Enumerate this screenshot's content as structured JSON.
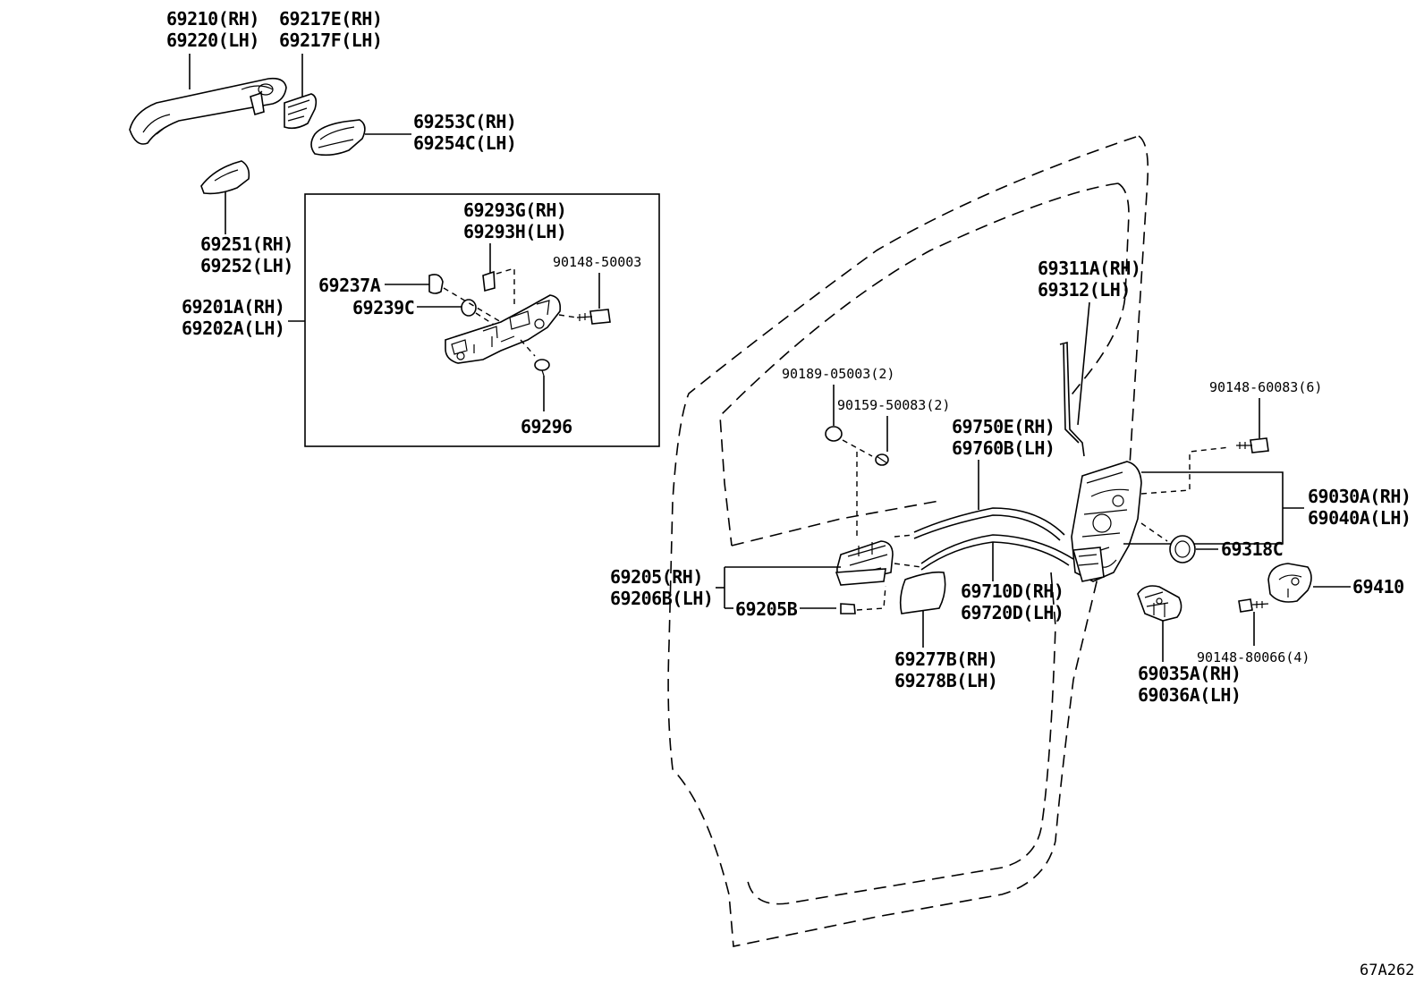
{
  "diagram_code": "67A262",
  "labels": {
    "l69210": "69210(RH)",
    "l69220": "69220(LH)",
    "l69217E": "69217E(RH)",
    "l69217F": "69217F(LH)",
    "l69253C": "69253C(RH)",
    "l69254C": "69254C(LH)",
    "l69251": "69251(RH)",
    "l69252": "69252(LH)",
    "l69201A": "69201A(RH)",
    "l69202A": "69202A(LH)",
    "l69293G": "69293G(RH)",
    "l69293H": "69293H(LH)",
    "l90148_50003": "90148-50003",
    "l69237A": "69237A",
    "l69239C": "69239C",
    "l69296": "69296",
    "l69311A": "69311A(RH)",
    "l69312": "69312(LH)",
    "l90189": "90189-05003(2)",
    "l90159": "90159-50083(2)",
    "l69750E": "69750E(RH)",
    "l69760B": "69760B(LH)",
    "l90148_60083": "90148-60083(6)",
    "l69030A": "69030A(RH)",
    "l69040A": "69040A(LH)",
    "l69318C": "69318C",
    "l69410": "69410",
    "l69205": "69205(RH)",
    "l69206B": "69206B(LH)",
    "l69205B": "69205B",
    "l69710D": "69710D(RH)",
    "l69720D": "69720D(LH)",
    "l69277B": "69277B(RH)",
    "l69278B": "69278B(LH)",
    "l90148_80066": "90148-80066(4)",
    "l69035A": "69035A(RH)",
    "l69036A": "69036A(LH)"
  }
}
